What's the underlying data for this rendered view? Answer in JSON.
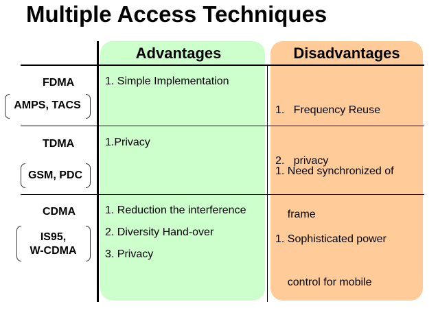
{
  "title": "Multiple Access Techniques",
  "headers": {
    "advantages": "Advantages",
    "disadvantages": "Disadvantages"
  },
  "rows": [
    {
      "tech": "FDMA",
      "systems": [
        "AMPS, TACS"
      ],
      "advantages": [
        "1. Simple Implementation"
      ],
      "disadvantages": [
        "1.   Frequency Reuse",
        "2.   privacy"
      ]
    },
    {
      "tech": "TDMA",
      "systems": [
        "GSM, PDC"
      ],
      "advantages": [
        "1.Privacy"
      ],
      "disadvantages": [
        "1. Need synchronized of",
        "    frame"
      ]
    },
    {
      "tech": "CDMA",
      "systems": [
        "IS95,",
        "W-CDMA"
      ],
      "advantages": [
        "1. Reduction the interference",
        "2. Diversity Hand-over",
        "3. Privacy"
      ],
      "disadvantages": [
        "1. Sophisticated power",
        "    control for mobile"
      ]
    }
  ]
}
